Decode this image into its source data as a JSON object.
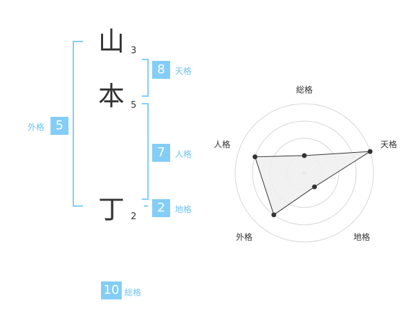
{
  "name": [
    {
      "char": "山",
      "strokes": "3"
    },
    {
      "char": "本",
      "strokes": "5"
    },
    {
      "char": "丁",
      "strokes": "2"
    }
  ],
  "fortune": {
    "tenkaku": {
      "value": "8",
      "label": "天格"
    },
    "jinkaku": {
      "value": "7",
      "label": "人格"
    },
    "chikaku": {
      "value": "2",
      "label": "地格"
    },
    "gaikaku": {
      "value": "5",
      "label": "外格"
    },
    "soukaku": {
      "value": "10",
      "label": "総格"
    }
  },
  "colors": {
    "accent": "#83cdf7",
    "label": "#6fc3f2",
    "ring": "#d6d6d6",
    "fill": "#eeeeee",
    "line": "#333333"
  },
  "chart_data": {
    "type": "radar",
    "axes": [
      "総格",
      "天格",
      "地格",
      "外格",
      "人格"
    ],
    "values": [
      1,
      4,
      1,
      3,
      3
    ],
    "range": [
      0,
      4
    ],
    "rings": 4
  }
}
